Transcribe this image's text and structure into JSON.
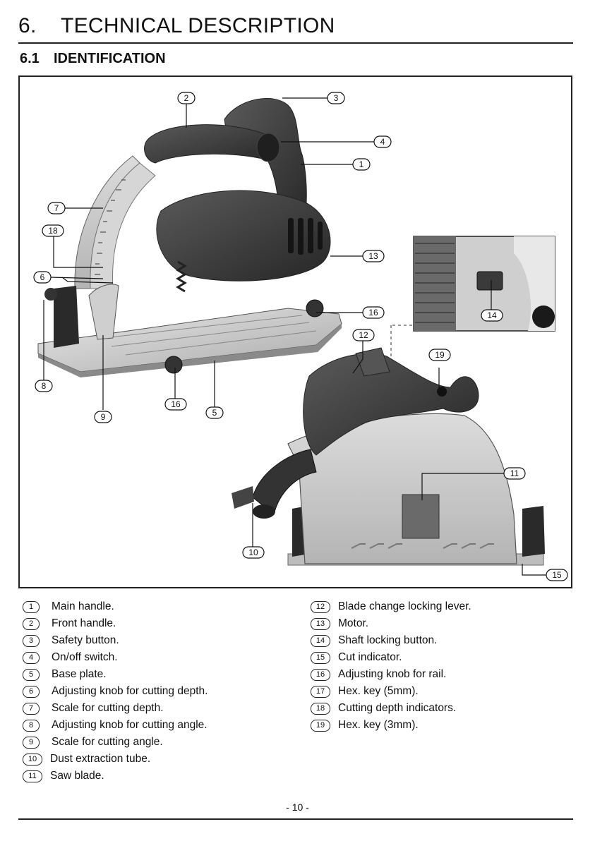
{
  "heading": {
    "number": "6.",
    "title": "TECHNICAL DESCRIPTION"
  },
  "subheading": {
    "number": "6.1",
    "title": "IDENTIFICATION"
  },
  "callouts": [
    "1",
    "2",
    "3",
    "4",
    "5",
    "6",
    "7",
    "8",
    "9",
    "10",
    "11",
    "12",
    "13",
    "14",
    "15",
    "16",
    "16",
    "18",
    "19"
  ],
  "legend_left": [
    {
      "num": "1",
      "text": "Main handle."
    },
    {
      "num": "2",
      "text": "Front handle."
    },
    {
      "num": "3",
      "text": "Safety button."
    },
    {
      "num": "4",
      "text": "On/off switch."
    },
    {
      "num": "5",
      "text": "Base plate."
    },
    {
      "num": "6",
      "text": "Adjusting knob for cutting depth."
    },
    {
      "num": "7",
      "text": "Scale for cutting depth."
    },
    {
      "num": "8",
      "text": "Adjusting knob for cutting angle."
    },
    {
      "num": "9",
      "text": "Scale for cutting angle."
    },
    {
      "num": "10",
      "text": "Dust extraction tube."
    },
    {
      "num": "11",
      "text": "Saw blade."
    }
  ],
  "legend_right": [
    {
      "num": "12",
      "text": "Blade change locking lever."
    },
    {
      "num": "13",
      "text": "Motor."
    },
    {
      "num": "14",
      "text": "Shaft locking button."
    },
    {
      "num": "15",
      "text": "Cut indicator."
    },
    {
      "num": "16",
      "text": "Adjusting knob for rail."
    },
    {
      "num": "17",
      "text": "Hex. key (5mm)."
    },
    {
      "num": "18",
      "text": "Cutting depth indicators."
    },
    {
      "num": "19",
      "text": "Hex. key (3mm)."
    }
  ],
  "page_number": "- 10 -"
}
